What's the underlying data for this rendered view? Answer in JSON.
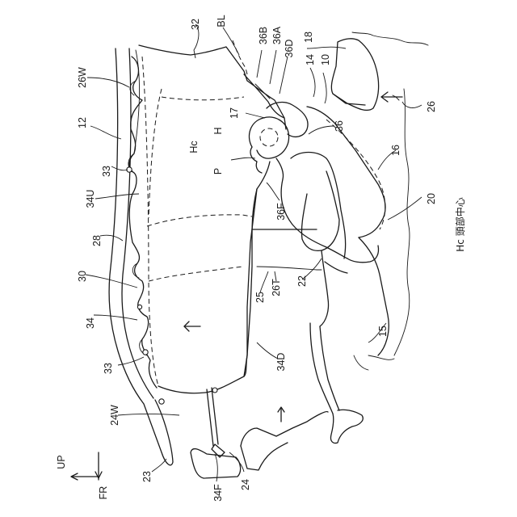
{
  "figure": {
    "labels": {
      "l32": "32",
      "lBL": "BL",
      "l36B": "36B",
      "l36A": "36A",
      "l36D": "36D",
      "l18": "18",
      "l14": "14",
      "l10": "10",
      "l26W": "26W",
      "l12": "12",
      "l17": "17",
      "lH": "H",
      "lHc": "Hc",
      "l36": "36",
      "l26": "26",
      "lP": "P",
      "l16": "16",
      "l33a": "33",
      "l36F": "36F",
      "l20": "20",
      "l34U": "34U",
      "l28": "28",
      "l22": "22",
      "l30": "30",
      "l26T": "26T",
      "l25": "25",
      "l15": "15",
      "l34": "34",
      "l33b": "33",
      "l34D": "34D",
      "l24W": "24W",
      "l24": "24",
      "l23": "23",
      "l34F": "34F"
    },
    "caption": "Hc 頭部中心",
    "axes": {
      "up": "UP",
      "fr": "FR"
    }
  }
}
